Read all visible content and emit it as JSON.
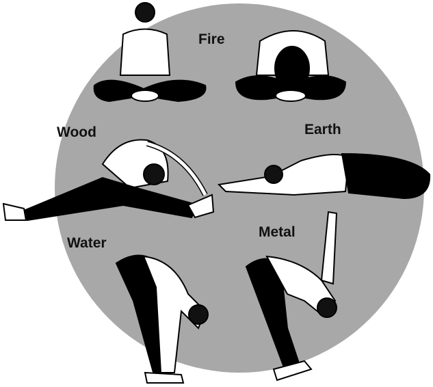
{
  "elements": {
    "fire": "Fire",
    "wood": "Wood",
    "earth": "Earth",
    "water": "Water",
    "metal": "Metal"
  },
  "colors": {
    "circle": "#a8a8a8",
    "figure_dark": "#0a0a0a",
    "figure_light": "#ffffff"
  }
}
